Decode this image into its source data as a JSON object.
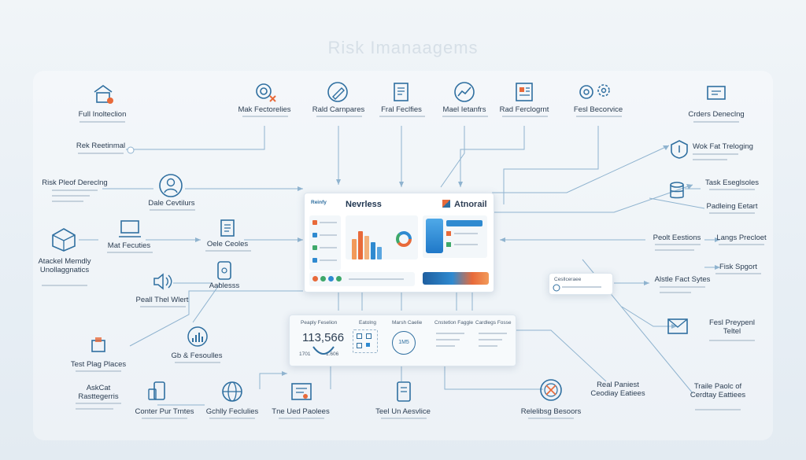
{
  "page_title": "Risk Imanaagems",
  "dashboard": {
    "left_title": "Nevrless",
    "left_logo": "Reinfy",
    "right_title": "Atnorail"
  },
  "lower_panel": {
    "metric_label": "Peaply Feselion",
    "metric_value": "113,566",
    "metric_sub_a": "1701",
    "metric_sub_b": "1.606",
    "steps": [
      "Eatolng",
      "Marsh Caelie",
      "Cnstetlon Faggle",
      "Cardlegs Fosse"
    ],
    "center_badge": "1M5"
  },
  "top_labels": [
    "Mak Fectorelies",
    "Rald Carnpares",
    "Fral Feclfies",
    "Mael Ietanfrs",
    "Rad Ferclogrnt",
    "Fesl Becorvice"
  ],
  "left_labels": {
    "full": "Full Inolteclion",
    "risk_restaurant": "Rek Reetinmal",
    "risk_prof": "Risk Pleof Dereclng",
    "attack": "Atackel Memdly Unollaggnatics",
    "test": "Test Plag Places",
    "asket": "AskCat Rasttegerris"
  },
  "mid_left_labels": {
    "dale": "Dale Cevtilurs",
    "mat": "Mat Fecuties",
    "ode": "Oele Ceoles",
    "aabess": "Aablesss",
    "pedt": "Peall Thel Wlert",
    "gb": "Gb & Fesoulles"
  },
  "bottom_labels": [
    "Conter Pur Trntes",
    "Gchlly Feclulies",
    "Tne Ued Paolees",
    "Teel Un Aesvlice",
    "Relelibsg Besoors"
  ],
  "right_labels": {
    "orders": "Crders Deneclng",
    "wok": "Wok Fat Treloging",
    "task": "Task Eseglsoles",
    "padling": "Padleing Eetart",
    "pealt": "Peolt Eestions",
    "langs": "Langs Precloet",
    "fisk": "Fisk Spgort",
    "atstle": "Alstle Fact Sytes",
    "festi": "Fesl Preypenl Teltel",
    "thal": "Real Paniest Ceodiay Eatiees",
    "trade": "Traile Paolc of Cerdtay Eattiees"
  },
  "side_card": "Cesllceraee"
}
